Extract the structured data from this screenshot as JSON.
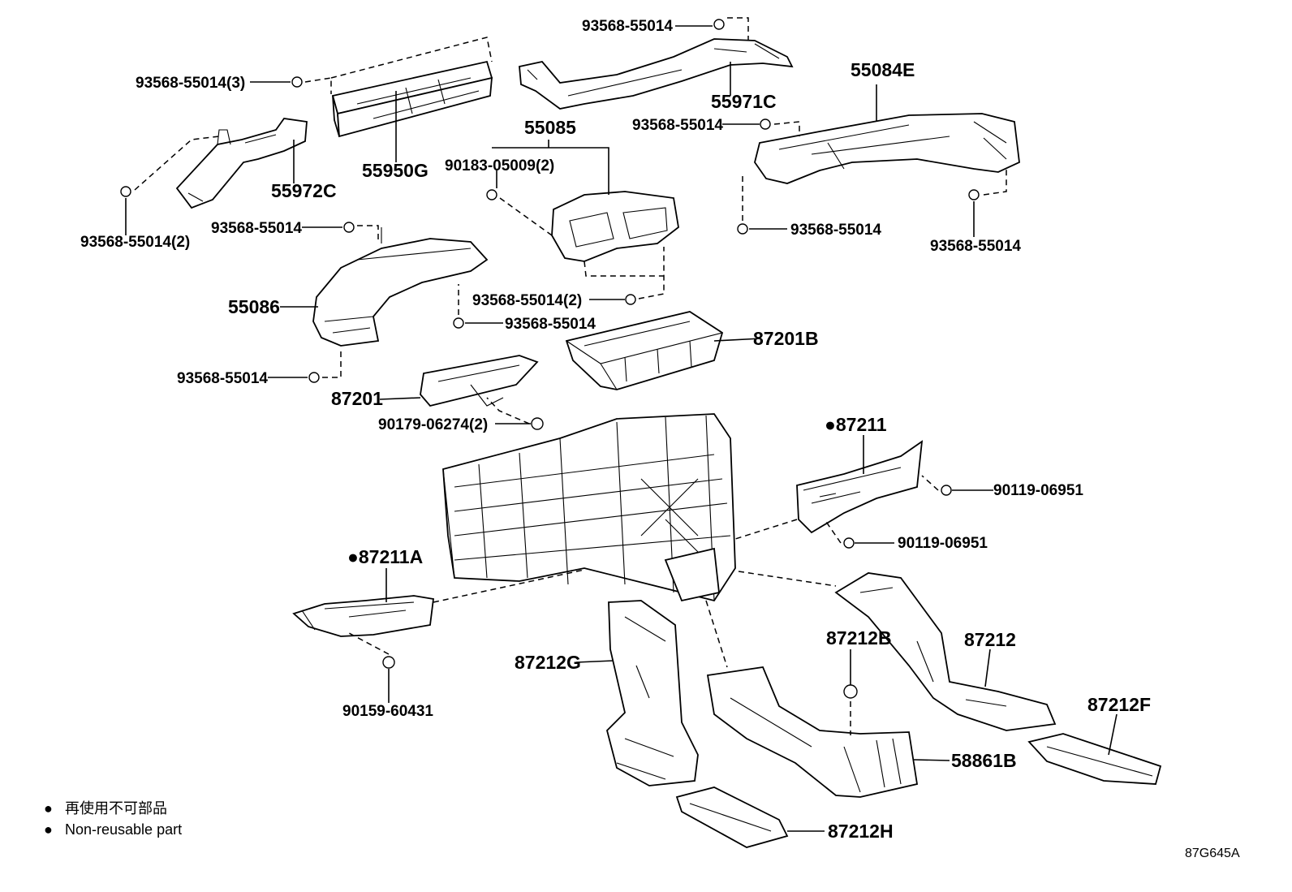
{
  "labels": {
    "l01": "93568-55014",
    "l02": "93568-55014(3)",
    "l03": "55950G",
    "l04": "55972C",
    "l05": "93568-55014(2)",
    "l06": "93568-55014",
    "l07": "55086",
    "l08": "93568-55014",
    "l09": "55971C",
    "l10": "93568-55014",
    "l11": "55085",
    "l12": "90183-05009(2)",
    "l13": "93568-55014(2)",
    "l14": "93568-55014",
    "l15": "55084E",
    "l16": "93568-55014",
    "l17": "93568-55014",
    "l18": "87201B",
    "l19": "87201",
    "l20": "90179-06274(2)",
    "l21": "●87211",
    "l22": "90119-06951",
    "l23": "90119-06951",
    "l24": "●87211A",
    "l25": "90159-60431",
    "l26": "87212G",
    "l27": "87212B",
    "l28": "87212",
    "l29": "87212F",
    "l30": "58861B",
    "l31": "87212H"
  },
  "legend": {
    "symbol": "●",
    "line1": "再使用不可部品",
    "line2": "Non-reusable part"
  },
  "diagram_code": "87G645A"
}
